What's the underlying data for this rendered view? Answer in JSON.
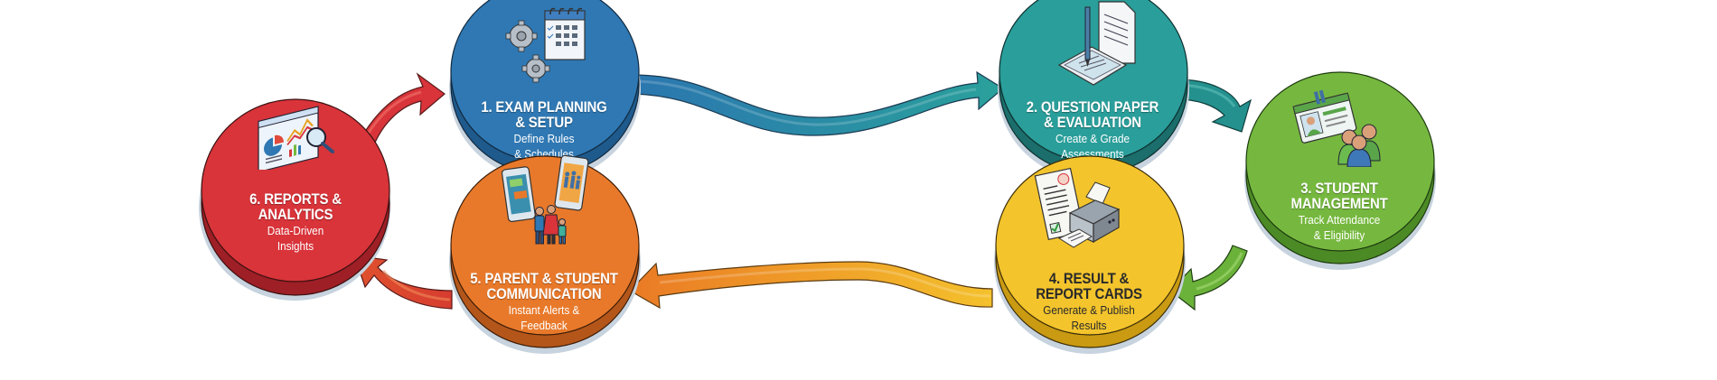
{
  "diagram": {
    "type": "cycle",
    "steps": [
      {
        "id": "exam-planning",
        "title_line1": "1. EXAM PLANNING",
        "title_line2": "& SETUP",
        "subtitle_line1": "Define Rules",
        "subtitle_line2": "& Schedules",
        "icon": "gears-calendar-icon",
        "color": "#2f78b3"
      },
      {
        "id": "question-paper",
        "title_line1": "2. QUESTION PAPER",
        "title_line2": "& EVALUATION",
        "subtitle_line1": "Create & Grade",
        "subtitle_line2": "Assessments",
        "icon": "tablet-pen-document-icon",
        "color": "#2a9e9a"
      },
      {
        "id": "student-management",
        "title_line1": "3. STUDENT",
        "title_line2": "MANAGEMENT",
        "subtitle_line1": "Track Attendance",
        "subtitle_line2": "& Eligibility",
        "icon": "id-card-group-icon",
        "color": "#76b83f"
      },
      {
        "id": "result-report-cards",
        "title_line1": "4. RESULT &",
        "title_line2": "REPORT CARDS",
        "subtitle_line1": "Generate & Publish",
        "subtitle_line2": "Results",
        "icon": "printer-report-icon",
        "color": "#f3c42c"
      },
      {
        "id": "parent-student-communication",
        "title_line1": "5. PARENT & STUDENT",
        "title_line2": "COMMUNICATION",
        "subtitle_line1": "Instant Alerts &",
        "subtitle_line2": "Feedback",
        "icon": "phones-family-icon",
        "color": "#e8792a"
      },
      {
        "id": "reports-analytics",
        "title_line1": "6. REPORTS &",
        "title_line2": "ANALYTICS",
        "subtitle_line1": "Data-Driven",
        "subtitle_line2": "Insights",
        "icon": "dashboard-magnifier-icon",
        "color": "#d8343a"
      }
    ],
    "arrows": [
      {
        "from": "reports-analytics",
        "to": "exam-planning",
        "color": "#d8343a"
      },
      {
        "from": "exam-planning",
        "to": "question-paper",
        "color": "#2f88b0"
      },
      {
        "from": "question-paper",
        "to": "student-management",
        "color": "#24918e"
      },
      {
        "from": "student-management",
        "to": "result-report-cards",
        "color": "#6bb23a"
      },
      {
        "from": "result-report-cards",
        "to": "parent-student-communication",
        "color": "#f0a22a"
      },
      {
        "from": "parent-student-communication",
        "to": "reports-analytics",
        "color": "#d9442e"
      }
    ]
  }
}
